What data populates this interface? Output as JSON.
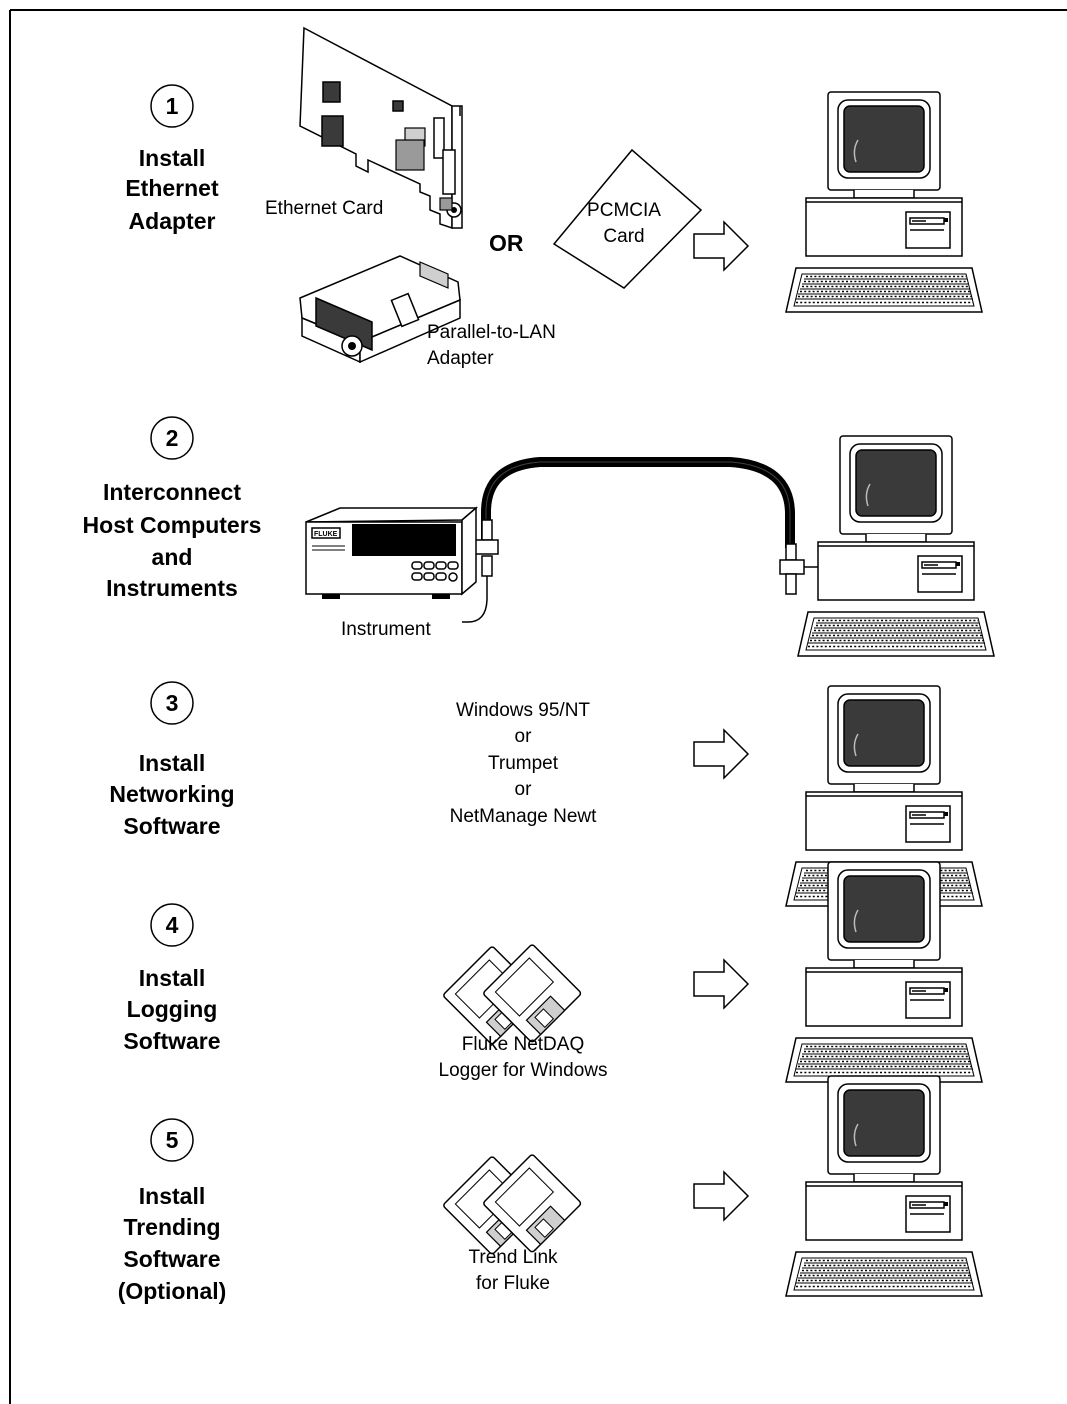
{
  "steps": [
    {
      "number": "1",
      "title_lines": [
        "Install",
        "Ethernet",
        "Adapter"
      ]
    },
    {
      "number": "2",
      "title_lines": [
        "Interconnect",
        "Host Computers",
        "and",
        "Instruments"
      ]
    },
    {
      "number": "3",
      "title_lines": [
        "Install",
        "Networking",
        "Software"
      ]
    },
    {
      "number": "4",
      "title_lines": [
        "Install",
        "Logging",
        "Software"
      ]
    },
    {
      "number": "5",
      "title_lines": [
        "Install",
        "Trending",
        "Software",
        "(Optional)"
      ]
    }
  ],
  "step1": {
    "ethernet_card_label": "Ethernet Card",
    "or_label": "OR",
    "pcmcia_label_lines": [
      "PCMCIA",
      "Card"
    ],
    "parallel_adapter_label_lines": [
      "Parallel-to-LAN",
      "Adapter"
    ]
  },
  "step2": {
    "instrument_label": "Instrument",
    "instrument_brand": "FLUKE"
  },
  "step3": {
    "software_lines": [
      "Windows 95/NT",
      "or",
      "Trumpet",
      "or",
      "NetManage Newt"
    ]
  },
  "step4": {
    "software_lines": [
      "Fluke NetDAQ",
      "Logger for Windows"
    ]
  },
  "step5": {
    "software_lines": [
      "Trend Link",
      "for Fluke"
    ]
  },
  "icons": {
    "computer": "desktop-computer-icon",
    "arrow": "right-arrow-icon",
    "floppy": "floppy-disks-icon",
    "network_card": "network-card-icon",
    "pcmcia": "pcmcia-card-icon",
    "parallel_adapter": "parallel-adapter-icon",
    "instrument": "instrument-icon",
    "cable": "coax-cable-icon"
  }
}
